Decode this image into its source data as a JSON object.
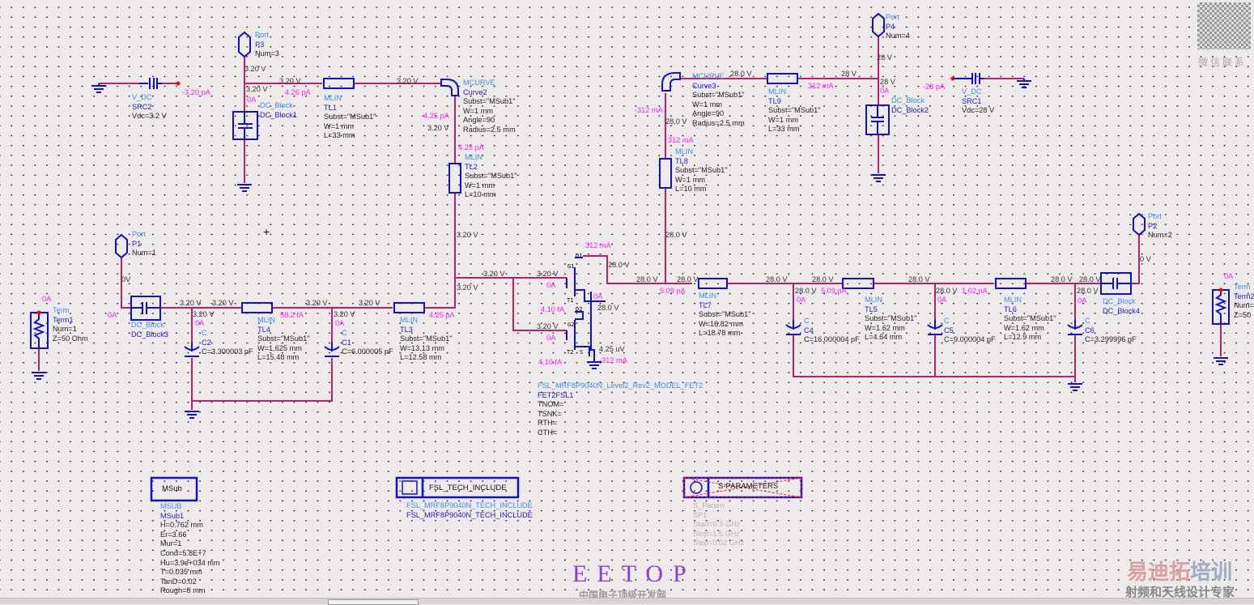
{
  "colors": {
    "wire": "#b8206e",
    "component": "#1010cc",
    "type_label": "#3b8ef0",
    "instance_label": "#1b1bd0",
    "current": "#ff1aff",
    "voltage": "#333333"
  },
  "components": {
    "src2": [
      "V_DC",
      "SRC2",
      "Vdc=3.2 V"
    ],
    "p3": [
      "Port",
      "P3",
      "Num=3"
    ],
    "dcblock1": [
      "DC_Block",
      "DC_Block1"
    ],
    "tl1": [
      "MLIN",
      "TL1",
      "Subst=\"MSub1\"",
      "W=1 mm",
      "L=33 mm"
    ],
    "curve2": [
      "MCURVE",
      "Curve2",
      "Subst=\"MSub1\"",
      "W=1 mm",
      "Angle=90",
      "Radius=2.5 mm"
    ],
    "tl2": [
      "MLIN",
      "TL2",
      "Subst=\"MSub1\"",
      "W=1 mm",
      "L=10 mm"
    ],
    "p1": [
      "Port",
      "P1",
      "Num=1"
    ],
    "term1": [
      "Term",
      "Term1",
      "Num=1",
      "Z=50 Ohm"
    ],
    "dcblock3": [
      "DC_Block",
      "DC_Block3"
    ],
    "c2": [
      "C",
      "C2",
      "C=3.300003 pF"
    ],
    "tl4": [
      "MLIN",
      "TL4",
      "Subst=\"MSub1\"",
      "W=1.625 mm",
      "L=15.48 mm"
    ],
    "c1": [
      "C",
      "C1",
      "C=6.000005 pF"
    ],
    "tl3": [
      "MLIN",
      "TL3",
      "Subst=\"MSub1\"",
      "W=13.13 mm",
      "L=12.58 mm"
    ],
    "fet": [
      "FSL_MRF8P9040N_Level2_Rev2_MODEL_FET2",
      "FET2FSL1",
      "TNOM=",
      "TSNK=",
      "RTH=",
      "CTH="
    ],
    "curve3": [
      "MCURVE",
      "Curve3",
      "Subst=\"MSub1\"",
      "W=1 mm",
      "Angle=90",
      "Radius=2.5 mm"
    ],
    "tl9": [
      "MLIN",
      "TL9",
      "Subst=\"MSub1\"",
      "W=1 mm",
      "L=33 mm"
    ],
    "tl8": [
      "MLIN",
      "TL8",
      "Subst=\"MSub1\"",
      "W=1 mm",
      "L=10 mm"
    ],
    "p4": [
      "Port",
      "P4",
      "Num=4"
    ],
    "dcblock2": [
      "DC_Block",
      "DC_Block2"
    ],
    "src1": [
      "V_DC",
      "SRC1",
      "Vdc=28 V"
    ],
    "tl7": [
      "MLIN",
      "TL7",
      "Subst=\"MSub1\"",
      "W=16.82 mm",
      "L=18.78 mm"
    ],
    "c4": [
      "C",
      "C4",
      "C=16.000004 pF"
    ],
    "tl5": [
      "MLIN",
      "TL5",
      "Subst=\"MSub1\"",
      "W=1.62 mm",
      "L=4.64 mm"
    ],
    "c5": [
      "C",
      "C5",
      "C=9.000004 pF"
    ],
    "tl6": [
      "MLIN",
      "TL6",
      "Subst=\"MSub1\"",
      "W=1.62 mm",
      "L=12.9 mm"
    ],
    "c6": [
      "C",
      "C6",
      "C=3.299996 pF"
    ],
    "dcblock4": [
      "DC_Block",
      "DC_Block4"
    ],
    "p2": [
      "Port",
      "P2",
      "Num=2"
    ],
    "term2": [
      "Term",
      "Term2",
      "Num=",
      "Z=50"
    ],
    "msub": [
      "MSUB",
      "MSub1",
      "H=0.762 mm",
      "Er=3.66",
      "Mur=1",
      "Cond=5.8E+7",
      "Hu=3.9e+034 mm",
      "T=0.035 mm",
      "TanD=0.02",
      "Rough=0 mm"
    ],
    "techinc": [
      "FSL_MRF8P9040N_TECH_INCLUDE",
      "FSL_MRF8P9040N_TECH_INCLUDE"
    ],
    "sparam": [
      "S_Param",
      "SP1",
      "Start=0.5 GHz",
      "Stop=1.5 GHz",
      "Step=0.02 GHz"
    ]
  },
  "boxes": {
    "msub": "MSub",
    "techinc": "FSL_TECH_INCLUDE",
    "sparam": "S-PARAMETERS"
  },
  "fet_pins": [
    "D1",
    "G1",
    "T1",
    "D2",
    "G2",
    "T2",
    "S"
  ],
  "voltages": [
    "3.20 V",
    "3.20 V",
    "3.20 V",
    "3.20 V",
    "3.20 V",
    "3.20 V",
    "3.20 V",
    "3.20 V",
    "3.20 V",
    "3.20 V",
    "0V",
    "3.20 V",
    "3.20 V",
    "3.20 V",
    "3.20 V",
    "3.20 V",
    "3.20 V",
    "28.0 V",
    "28.0 V",
    "28.0 V",
    "28.0 V",
    "28.0 V",
    "28.0 V",
    "28 V",
    "28 V",
    "28 V",
    "28.0 V",
    "28.0 V",
    "28.0 V",
    "28.0 V",
    "28.0 V",
    "28.0 V",
    "28.0 V",
    "28.0 V",
    "28.0 V",
    "0 V",
    "4.25 uV"
  ],
  "currents": [
    "-3.20 pA",
    "4.26 pA",
    "0A",
    "-4.25 pA",
    "4.25 pA",
    "0A",
    "0A",
    "58.2 fA",
    "0A",
    "4.25 pA",
    "312 mA",
    "0A",
    "0A",
    "4.10 fA",
    "0A",
    "4.10 fA",
    "-312 mA",
    "5.09 pA",
    "312 mA",
    "-312 mA",
    "312 mA",
    "0A",
    "-28 pA",
    "5.09 pA",
    "0A",
    "1.02 pA",
    "0A",
    "0A",
    "0A",
    "0A"
  ],
  "watermarks": {
    "eetop": "EETOP",
    "eetop_sub": "中国电子顶级开发网",
    "brand_red": "易迪拓",
    "brand_blue": "培训",
    "brand_sub": "射频和天线设计专家",
    "qr_caption": "微信联系"
  }
}
